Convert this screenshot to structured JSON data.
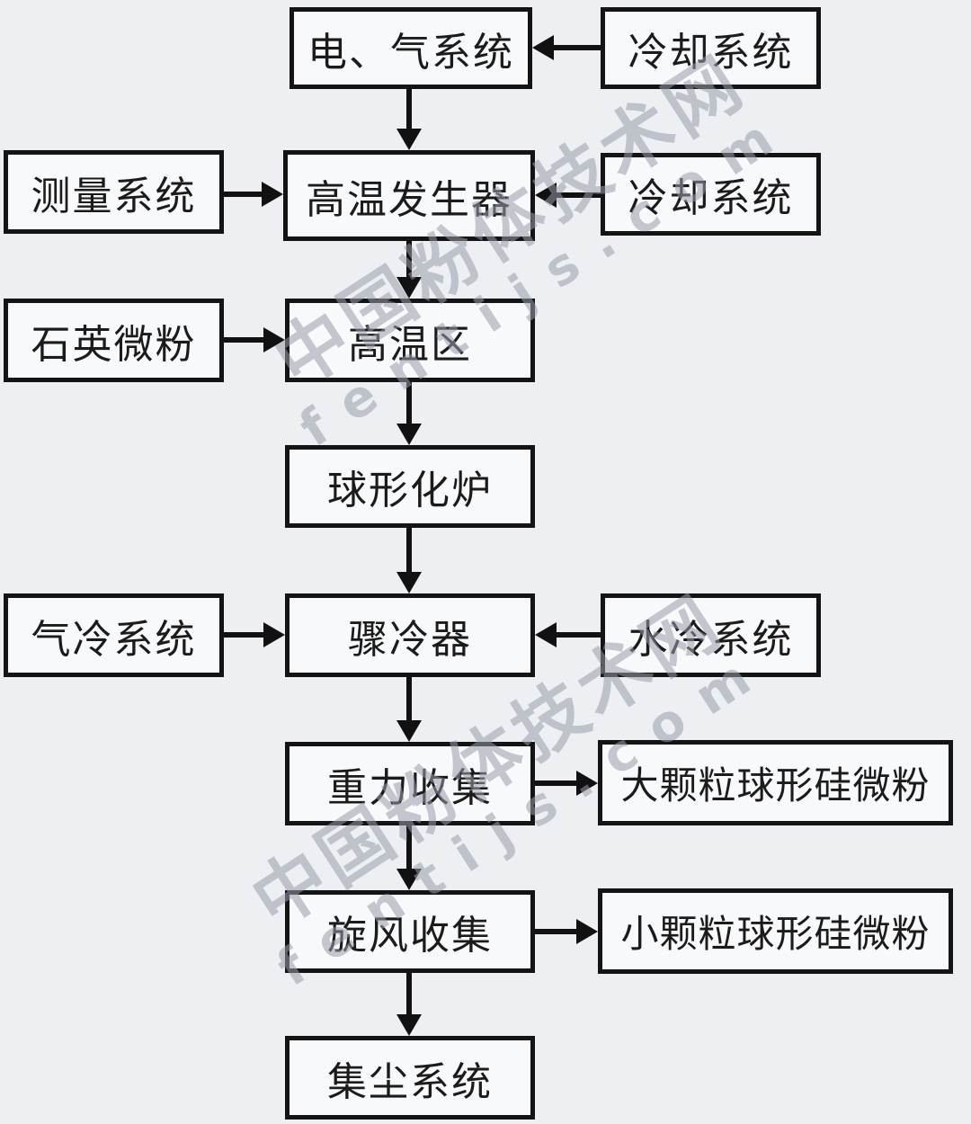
{
  "diagram": {
    "nodes": {
      "electric_gas": "电、气系统",
      "cooling_top": "冷却系统",
      "measure": "测量系统",
      "ht_generator": "高温发生器",
      "cooling_mid": "冷却系统",
      "quartz": "石英微粉",
      "ht_zone": "高温区",
      "furnace": "球形化炉",
      "gas_cool": "气冷系统",
      "quench": "骤冷器",
      "water_cool": "水冷系统",
      "gravity": "重力收集",
      "large_particle": "大颗粒球形硅微粉",
      "cyclone": "旋风收集",
      "small_particle": "小颗粒球形硅微粉",
      "dust": "集尘系统"
    },
    "watermark": {
      "cn": "中国粉体技术网",
      "en": "fentijs.com"
    },
    "colors": {
      "background": "#edeff2",
      "box_fill": "#f8f9fb",
      "box_border": "#141414",
      "arrow": "#111111",
      "watermark": "#979da9"
    }
  }
}
